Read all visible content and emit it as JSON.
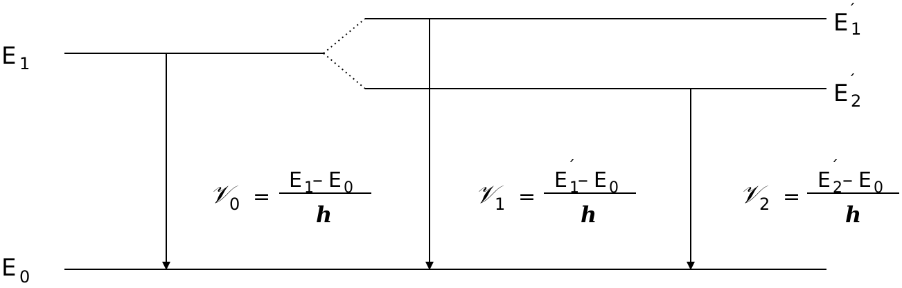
{
  "levels": {
    "e1": {
      "base": "E",
      "sub": "1"
    },
    "e0": {
      "base": "E",
      "sub": "0"
    },
    "e1p": {
      "base": "E",
      "prime": "´",
      "sub": "1"
    },
    "e2p": {
      "base": "E",
      "prime": "´",
      "sub": "2"
    }
  },
  "formulas": [
    {
      "nu": "𝒱",
      "nu_sub": "0",
      "equals": "=",
      "num_a": "E",
      "num_a_prime": "",
      "num_a_sub": "1",
      "minus": "–",
      "num_b": "E",
      "num_b_sub": "0",
      "den": "ℎ"
    },
    {
      "nu": "𝒱",
      "nu_sub": "1",
      "equals": "=",
      "num_a": "E",
      "num_a_prime": "´",
      "num_a_sub": "1",
      "minus": "–",
      "num_b": "E",
      "num_b_sub": "0",
      "den": "ℎ"
    },
    {
      "nu": "𝒱",
      "nu_sub": "2",
      "equals": "=",
      "num_a": "E",
      "num_a_prime": "´",
      "num_a_sub": "2",
      "minus": "–",
      "num_b": "E",
      "num_b_sub": "0",
      "den": "ℎ"
    }
  ]
}
